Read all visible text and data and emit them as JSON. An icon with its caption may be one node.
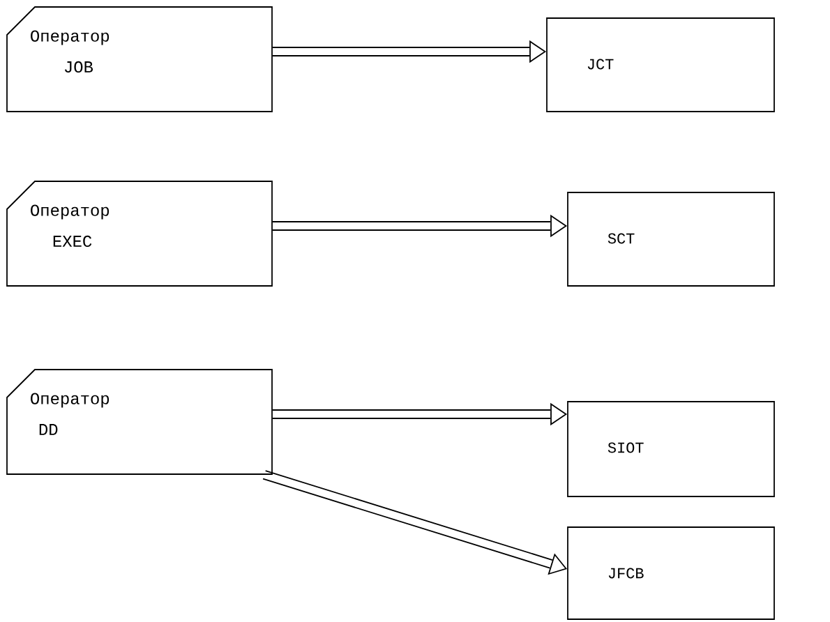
{
  "diagram": {
    "nodes": [
      {
        "text": [
          "Оператор",
          "JOB"
        ]
      },
      {
        "text": [
          "JCT"
        ]
      },
      {
        "text": [
          "Оператор",
          "EXEC"
        ]
      },
      {
        "text": [
          "SCT"
        ]
      },
      {
        "text": [
          "Оператор",
          "DD"
        ]
      },
      {
        "text": [
          "SIOT"
        ]
      },
      {
        "text": [
          "JFCB"
        ]
      }
    ],
    "edges": [
      {
        "from": 0,
        "to": 1,
        "arrow": "to"
      },
      {
        "from": 2,
        "to": 3,
        "arrow": "to"
      },
      {
        "from": 4,
        "to": 5,
        "arrow": "to"
      },
      {
        "from": 4,
        "to": 6,
        "arrow": "to"
      }
    ]
  }
}
